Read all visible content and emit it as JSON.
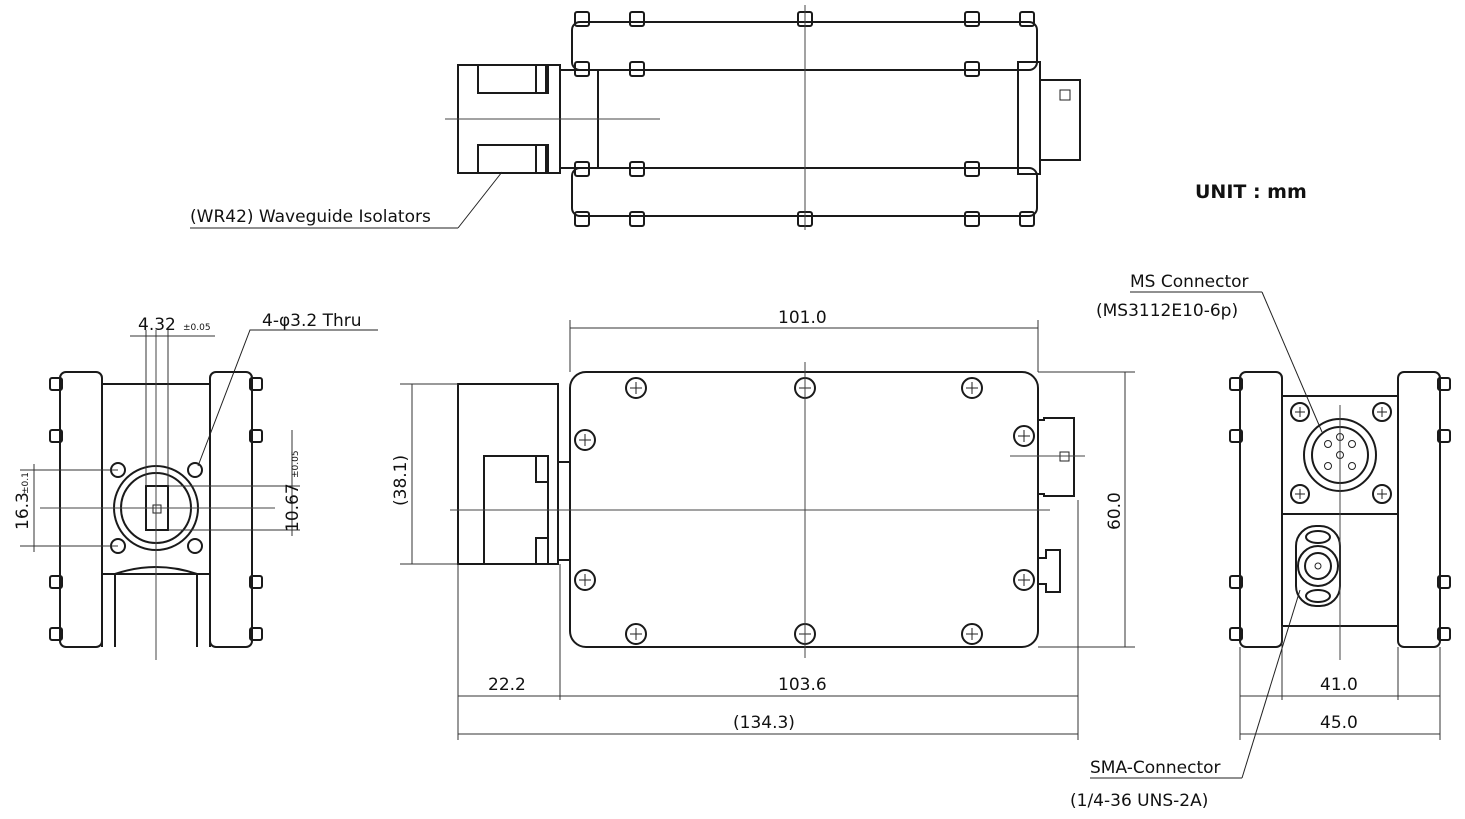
{
  "unit_label": "UNIT : mm",
  "callouts": {
    "waveguide": "(WR42) Waveguide Isolators",
    "ms_connector": "MS Connector",
    "ms_connector_part": "(MS3112E10-6p)",
    "sma_connector": "SMA-Connector",
    "sma_connector_thread": "(1/4-36 UNS-2A)",
    "holes": "4-φ3.2 Thru"
  },
  "dimensions": {
    "d_101": "101.0",
    "d_38": "(38.1)",
    "d_60": "60.0",
    "d_22": "22.2",
    "d_103": "103.6",
    "d_134": "(134.3)",
    "d_41": "41.0",
    "d_45": "45.0",
    "d_4_32": "4.32",
    "d_4_32_tol": "±0.05",
    "d_16_3": "16.3",
    "d_16_3_tol": "±0.1",
    "d_10_67": "10.67",
    "d_10_67_tol": "±0.05"
  }
}
